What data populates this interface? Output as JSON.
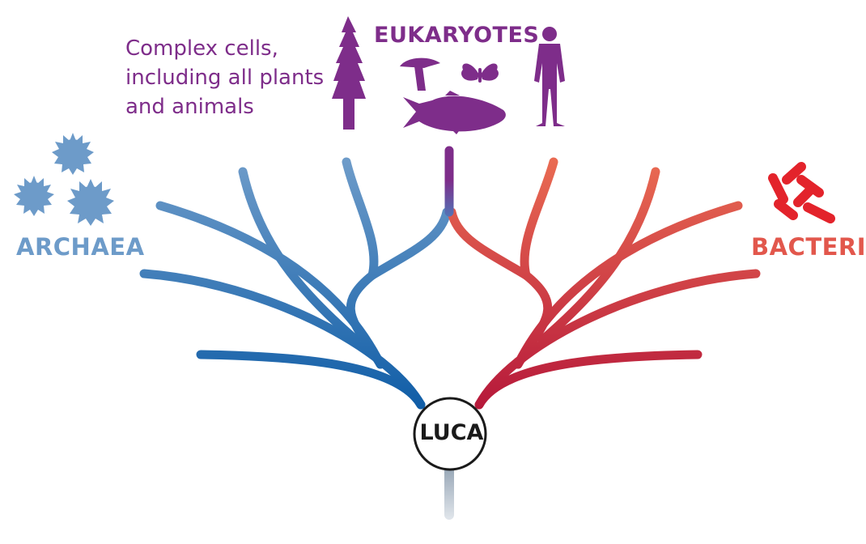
{
  "colors": {
    "archaea": "#6d9bc9",
    "archaea_dark": "#0e5ca6",
    "eukaryote": "#7e2d8a",
    "bacteria": "#e2574c",
    "bacteria_dark": "#b5173a",
    "bacteria_icon": "#e3232b",
    "luca_ring": "#1a1a1a",
    "stem": "#c7cfd8"
  },
  "eukaryotes": {
    "title": "EUKARYOTES",
    "description": [
      "Complex cells,",
      "including all plants",
      "and animals"
    ],
    "icons": [
      "tree-icon",
      "mushroom-icon",
      "butterfly-icon",
      "fish-icon",
      "human-icon"
    ]
  },
  "archaea": {
    "title": "ARCHAEA",
    "icon": "spiky-cell-icon"
  },
  "bacteria": {
    "title": "BACTERIA",
    "icon": "rod-bacteria-icon"
  },
  "luca": {
    "label": "LUCA"
  }
}
